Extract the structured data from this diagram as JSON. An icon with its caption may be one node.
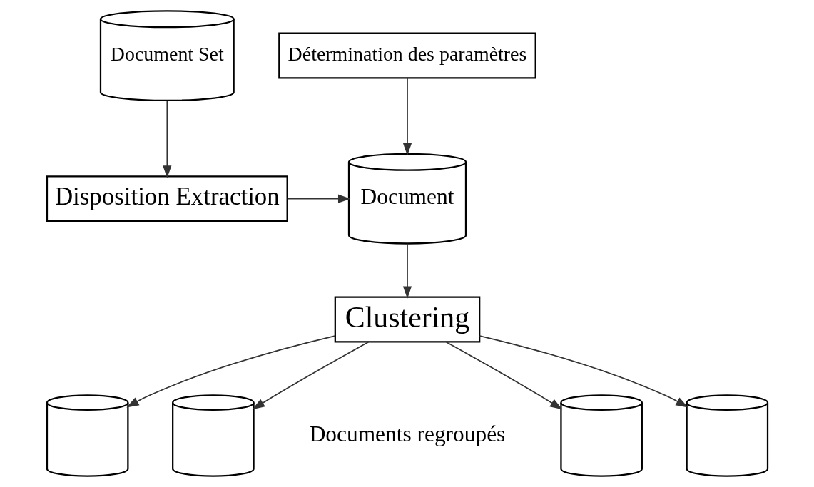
{
  "diagram": {
    "nodes": [
      {
        "text": [
          "Document Set"
        ]
      },
      {
        "text": [
          "Détermination des paramètres"
        ]
      },
      {
        "text": [
          "Disposition Extraction"
        ]
      },
      {
        "text": [
          "Document"
        ]
      },
      {
        "text": [
          "Clustering"
        ]
      },
      {
        "text": [],
        "shape": "cylinder"
      },
      {
        "text": [],
        "shape": "cylinder"
      },
      {
        "text": [],
        "shape": "cylinder"
      },
      {
        "text": [],
        "shape": "cylinder"
      }
    ],
    "edges": [
      {
        "from": 0,
        "to": 2,
        "arrow": "to"
      },
      {
        "from": 2,
        "to": 3,
        "arrow": "to"
      },
      {
        "from": 1,
        "to": 3,
        "arrow": "to"
      },
      {
        "from": 3,
        "to": 4,
        "arrow": "to"
      },
      {
        "from": 4,
        "to": 5,
        "arrow": "to"
      },
      {
        "from": 4,
        "to": 6,
        "arrow": "to"
      },
      {
        "from": 4,
        "to": 7,
        "arrow": "to"
      },
      {
        "from": 4,
        "to": 8,
        "arrow": "to"
      }
    ],
    "labels": [
      "Documents regroupés"
    ]
  }
}
